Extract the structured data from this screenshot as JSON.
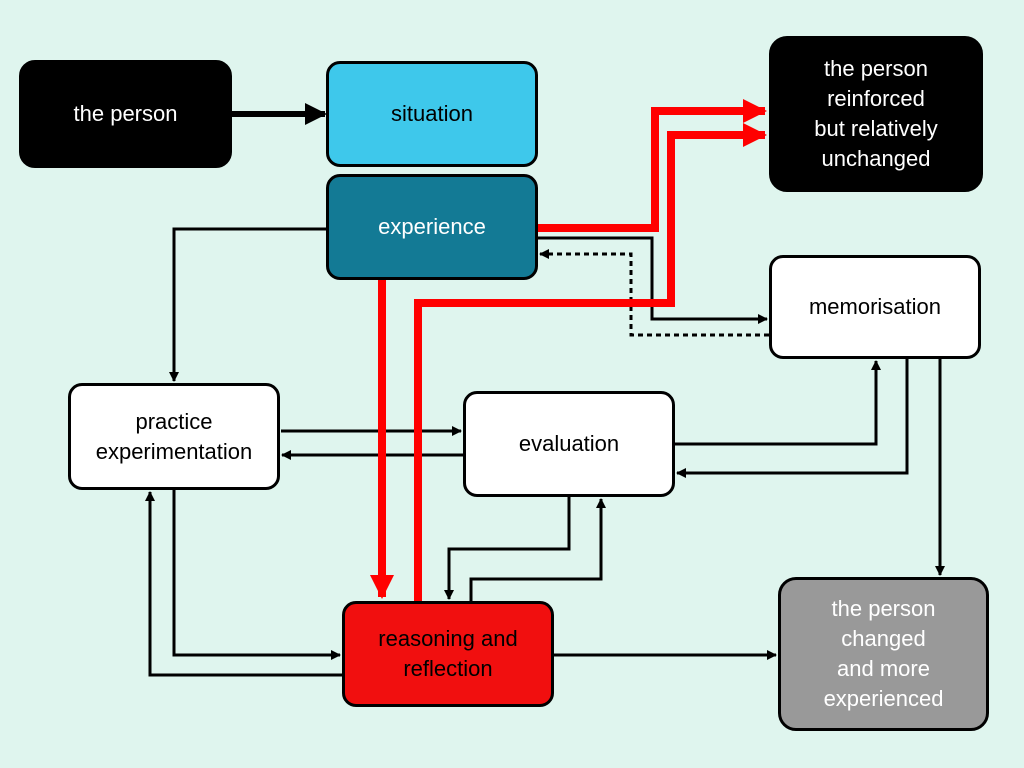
{
  "nodes": {
    "person": "the person",
    "situation": "situation",
    "experience": "experience",
    "reinforced": "the person\nreinforced\nbut relatively\nunchanged",
    "memorisation": "memorisation",
    "practice": "practice\nexperimentation",
    "evaluation": "evaluation",
    "reasoning": "reasoning and\nreflection",
    "changed": "the person\nchanged\nand more\nexperienced"
  },
  "colors": {
    "background": "#DFF5EE",
    "black_node": "#000000",
    "situation": "#3EC8EB",
    "experience": "#137A95",
    "reasoning": "#F10F0F",
    "changed": "#999999",
    "red_path": "#FF0000",
    "line": "#000000"
  }
}
